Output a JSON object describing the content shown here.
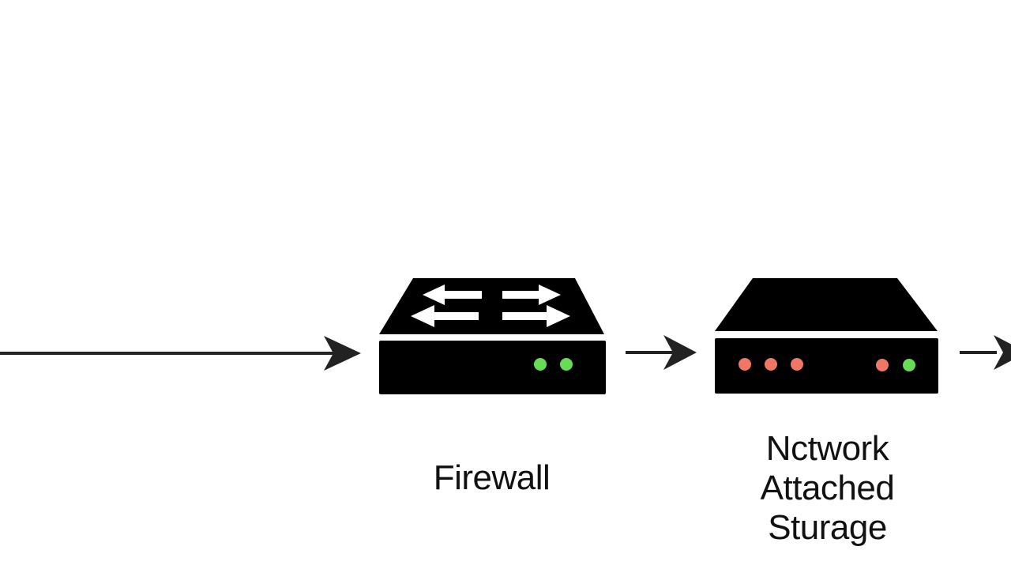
{
  "nodes": {
    "firewall": {
      "label": "Firewall",
      "icon": "firewall-switch-icon",
      "leds": [
        "#66dd55",
        "#66dd55"
      ]
    },
    "nas": {
      "label_lines": [
        "Nctwork",
        "Attached",
        "Sturage"
      ],
      "icon": "nas-device-icon",
      "leds_left": [
        "#ee7766",
        "#ee7766",
        "#ee7766"
      ],
      "leds_right": [
        "#ee7766",
        "#66dd55"
      ]
    }
  },
  "colors": {
    "device": "#000000",
    "arrow": "#222222",
    "background": "#ffffff"
  }
}
